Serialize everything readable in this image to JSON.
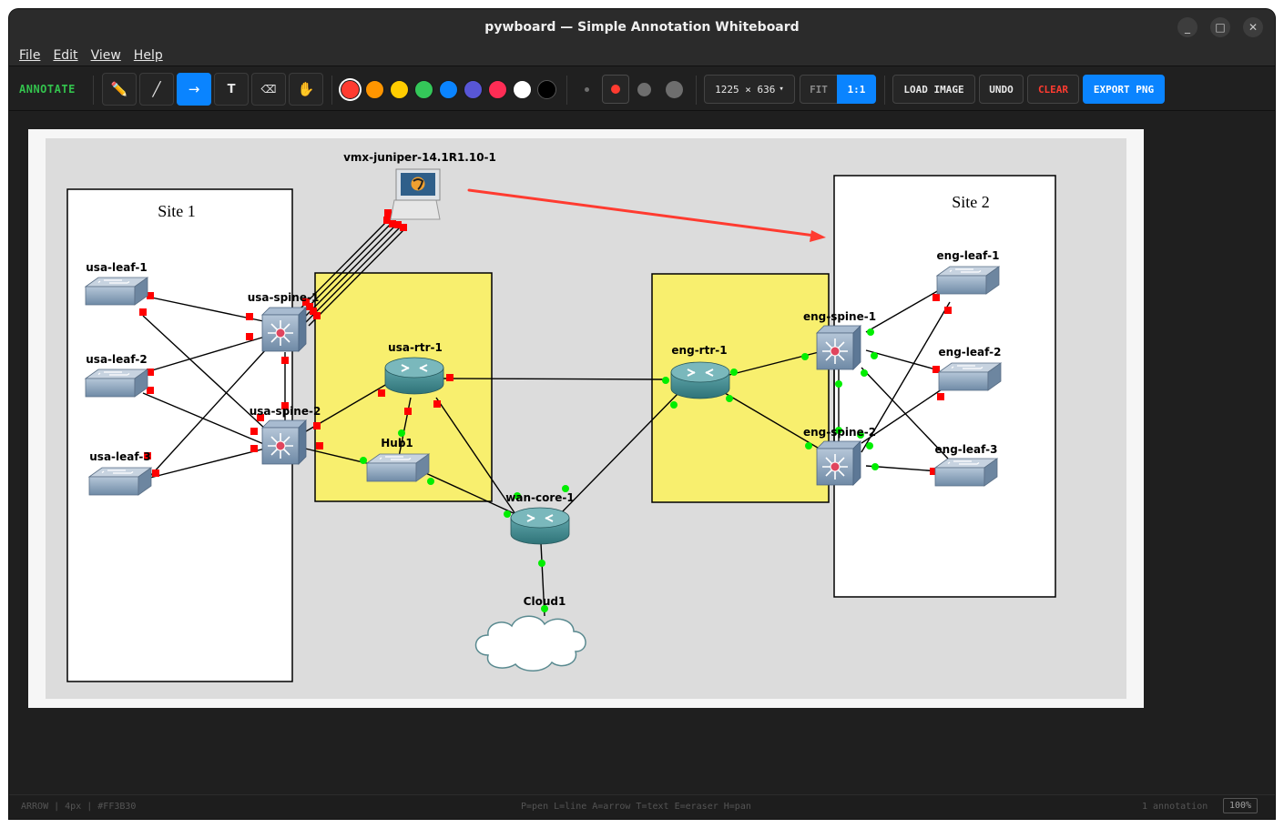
{
  "window": {
    "title": "pywboard — Simple Annotation Whiteboard",
    "minimize_icon": "_",
    "maximize_icon": "□",
    "close_icon": "✕"
  },
  "menu": [
    "File",
    "Edit",
    "View",
    "Help"
  ],
  "toolbar": {
    "mode_label": "ANNOTATE",
    "tools": [
      {
        "name": "pen",
        "icon": "✏️"
      },
      {
        "name": "line",
        "icon": "╱"
      },
      {
        "name": "arrow",
        "icon": "→"
      },
      {
        "name": "text",
        "icon": "T"
      },
      {
        "name": "eraser",
        "icon": "⌫"
      },
      {
        "name": "pan",
        "icon": "✋"
      }
    ],
    "active_tool": "arrow",
    "colors": [
      "#FF3B30",
      "#FF9500",
      "#FFCC00",
      "#34C759",
      "#0A84FF",
      "#5856D6",
      "#FF2D55",
      "#FFFFFF",
      "#000000"
    ],
    "selected_color": "#FF3B30",
    "image_size": "1225 × 636",
    "image_size_caret": "▾",
    "fit_label": "FIT",
    "one_to_one_label": "1:1",
    "load_label": "LOAD IMAGE",
    "undo_label": "UNDO",
    "clear_label": "CLEAR",
    "export_label": "EXPORT PNG"
  },
  "diagram": {
    "site1_label": "Site  1",
    "site2_label": "Site  2",
    "nodes": {
      "vmx": "vmx-juniper-14.1R1.10-1",
      "usa_leaf_1": "usa-leaf-1",
      "usa_leaf_2": "usa-leaf-2",
      "usa_leaf_3": "usa-leaf-3",
      "usa_spine_1": "usa-spine-1",
      "usa_spine_2": "usa-spine-2",
      "usa_rtr_1": "usa-rtr-1",
      "hub1": "Hub1",
      "wan_core_1": "wan-core-1",
      "cloud1": "Cloud1",
      "eng_rtr_1": "eng-rtr-1",
      "eng_spine_1": "eng-spine-1",
      "eng_spine_2": "eng-spine-2",
      "eng_leaf_1": "eng-leaf-1",
      "eng_leaf_2": "eng-leaf-2",
      "eng_leaf_3": "eng-leaf-3"
    },
    "annotation_color": "#FF3B30"
  },
  "status": {
    "left": "ARROW | 4px | #FF3B30",
    "center": "P=pen L=line A=arrow T=text E=eraser H=pan",
    "annotations": "1 annotation",
    "zoom": "100%"
  }
}
